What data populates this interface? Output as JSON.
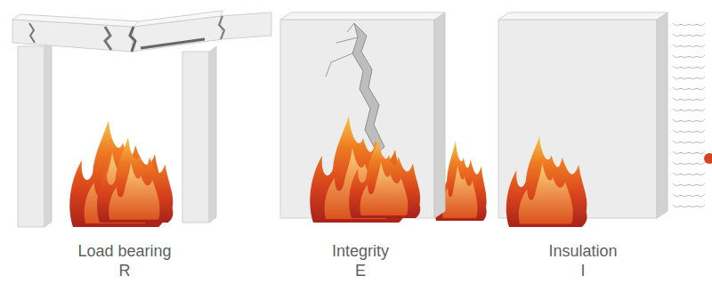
{
  "diagram": {
    "labels": [
      "Load bearing",
      "R",
      "Integrity",
      "E",
      "Insulation",
      "I"
    ]
  }
}
